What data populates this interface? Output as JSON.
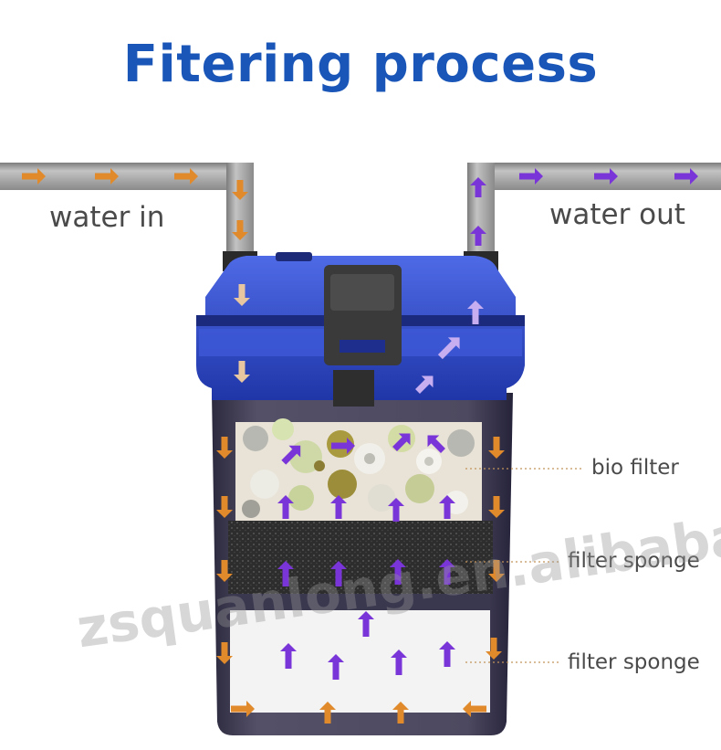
{
  "title": "Fitering process",
  "labels": {
    "water_in": "water in",
    "water_out": "water out",
    "bio_filter": "bio filter",
    "filter_sponge_top": "filter sponge",
    "filter_sponge_bottom": "filter sponge"
  },
  "watermark": "zsquanlong.en.alibaba.com",
  "colors": {
    "title": "#1a56b8",
    "inflow_arrow": "#e08a2c",
    "outflow_arrow": "#7a35d8",
    "lid": "#2b45c9",
    "pipe": "#9a9a9a"
  },
  "icons": {
    "inflow": "arrow-orange-icon",
    "outflow": "arrow-purple-icon"
  }
}
